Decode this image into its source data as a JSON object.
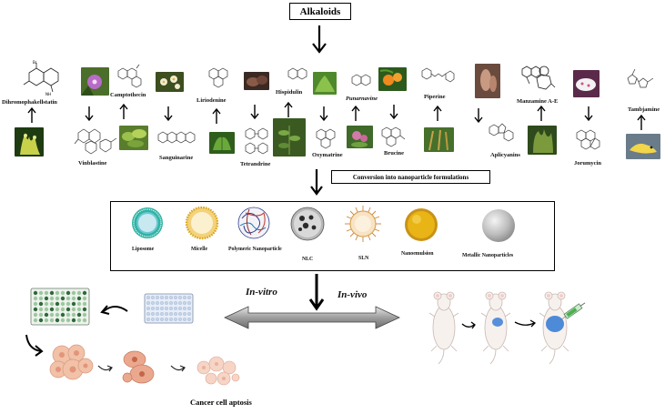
{
  "title": "Alkaloids",
  "alkaloids": {
    "dihromophakellstatin": "Dihromophakellstatin",
    "vinblastine": "Vinblastine",
    "camptothecin": "Camptothecin",
    "sanguinarine": "Sanguinarine",
    "liriodenine": "Liriodenine",
    "tetrandrine": "Tetrandrine",
    "hispidulin": "Hispidulin",
    "oxymatrine": "Oxymatrine",
    "punarnavine": "Punarnavine",
    "brucine": "Brucine",
    "piperine": "Piperine",
    "aplicyanins": "Aplicyanins",
    "manzamine": "Manzamine A-E",
    "jorumycin": "Jorumycin",
    "tambjamine": "Tambjamine"
  },
  "conversion_label": "Conversion into nanoparticle formulations",
  "nanoparticles": {
    "liposome": "Liposome",
    "micelle": "Micelle",
    "polymeric": "Polymeric Nanoparticle",
    "nlc": "NLC",
    "sln": "SLN",
    "nanoemulsion": "Nanoemulsion",
    "metallic": "Metallic Nanoparticles"
  },
  "in_vitro": "In-vitro",
  "in_vivo": "In-vivo",
  "outcome": "Cancer cell aptosis",
  "colors": {
    "plant_green": "#3f7a2a",
    "leaf_dark": "#2e5b1e",
    "flower_purple": "#a35fb6",
    "liposome_teal": "#2fb3a3",
    "micelle_gold": "#e6b530",
    "nanoemulsion_yellow": "#e8b416",
    "cell_pink": "#f1c1a8",
    "tumor_blue": "#3a7fd6"
  }
}
